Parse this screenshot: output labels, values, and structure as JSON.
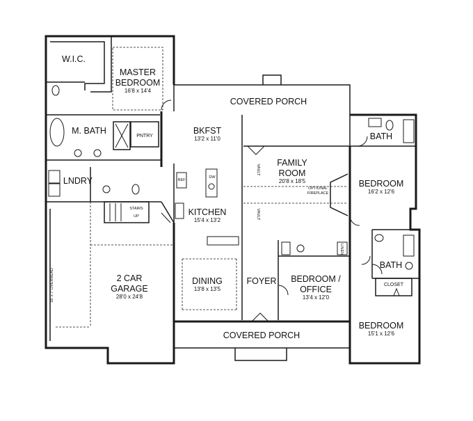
{
  "rooms": {
    "wic": {
      "label": "W.I.C."
    },
    "master_bedroom": {
      "label1": "MASTER",
      "label2": "BEDROOM",
      "dims": "16'8 x 14'4"
    },
    "covered_porch_rear": {
      "label": "COVERED PORCH"
    },
    "m_bath": {
      "label": "M. BATH"
    },
    "pantry": {
      "label": "PNTRY"
    },
    "bkfst": {
      "label": "BKFST",
      "dims": "13'2 x 11'0"
    },
    "bath_upper": {
      "label": "BATH"
    },
    "family_room": {
      "label1": "FAMILY",
      "label2": "ROOM",
      "dims": "20'8 x 18'5"
    },
    "bedroom_2": {
      "label": "BEDROOM",
      "dims": "16'2 x 12'6"
    },
    "laundry": {
      "label": "LNDRY"
    },
    "kitchen": {
      "label": "KITCHEN",
      "dims": "15'4 x 13'2"
    },
    "garage": {
      "label1": "2 CAR",
      "label2": "GARAGE",
      "dims": "28'0 x 24'8"
    },
    "dining": {
      "label": "DINING",
      "dims": "13'8 x 13'5"
    },
    "foyer": {
      "label": "FOYER"
    },
    "bedroom_office": {
      "label1": "BEDROOM /",
      "label2": "OFFICE",
      "dims": "13'4 x 12'0"
    },
    "bath_lower": {
      "label": "BATH"
    },
    "closet": {
      "label": "CLOSET"
    },
    "bedroom_3": {
      "label": "BEDROOM",
      "dims": "15'1 x 12'6"
    },
    "covered_porch_front": {
      "label": "COVERED PORCH"
    }
  },
  "fixtures": {
    "ref": "REF",
    "dw": "DW",
    "stairs": "STAIRS",
    "up": "UP",
    "linen": "LINEN",
    "optional_fireplace_1": "OPTIONAL",
    "optional_fireplace_2": "FIREPLACE",
    "vault_1": "VAULT",
    "vault_2": "VAULT",
    "overhead_door": "16' x 7' OVERHEAD"
  }
}
